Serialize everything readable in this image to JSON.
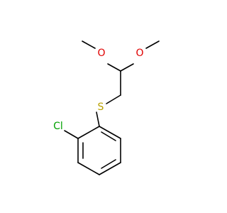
{
  "molecule": {
    "atoms": {
      "cl": "Cl",
      "s": "S",
      "o1": "O",
      "o2": "O"
    },
    "colors": {
      "chlorine": "#00A000",
      "sulfur": "#B8A000",
      "oxygen": "#E00000",
      "bond": "#000000"
    }
  }
}
